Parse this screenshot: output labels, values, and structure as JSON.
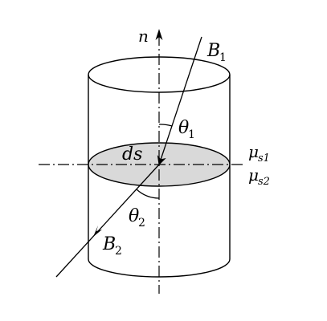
{
  "labels": {
    "normal": "n",
    "b1": "B",
    "b1_sub": "1",
    "theta1": "θ",
    "theta1_sub": "1",
    "theta2": "θ",
    "theta2_sub": "2",
    "ds": "ds",
    "b2": "B",
    "b2_sub": "2",
    "mu1": "μ",
    "mu1_sub": "s1",
    "mu2": "μ",
    "mu2_sub": "s2"
  },
  "colors": {
    "line": "#000000",
    "disk_fill": "#d9d9d9"
  }
}
